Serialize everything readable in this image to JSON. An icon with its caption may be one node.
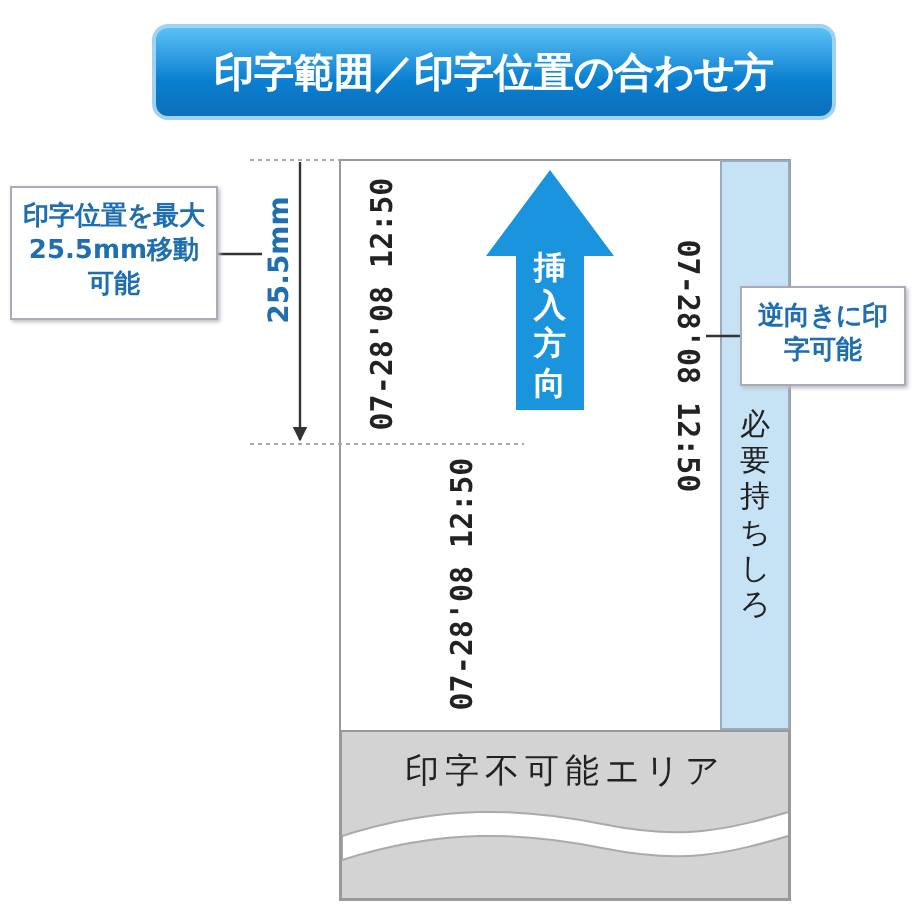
{
  "diagram": {
    "title": "印字範囲／印字位置の合わせ方",
    "nodes": [
      {
        "text": [
          "印字位置を最大25.5mm移動可能"
        ]
      },
      {
        "text": [
          "25.5mm"
        ]
      },
      {
        "text": [
          "07-28'08 12:50"
        ]
      },
      {
        "text": [
          "逆向きに印字可能"
        ]
      },
      {
        "text": [
          "必要持ちしろ"
        ]
      },
      {
        "text": [
          "印字不可能エリア"
        ]
      }
    ],
    "edges": [
      {
        "from": 0,
        "to": 1,
        "arrow": "none"
      },
      {
        "from": 3,
        "to": 2,
        "arrow": "none"
      }
    ],
    "labels": [
      "07-28'08 12:50",
      "挿入方向",
      "07-28'08 12:50"
    ]
  }
}
